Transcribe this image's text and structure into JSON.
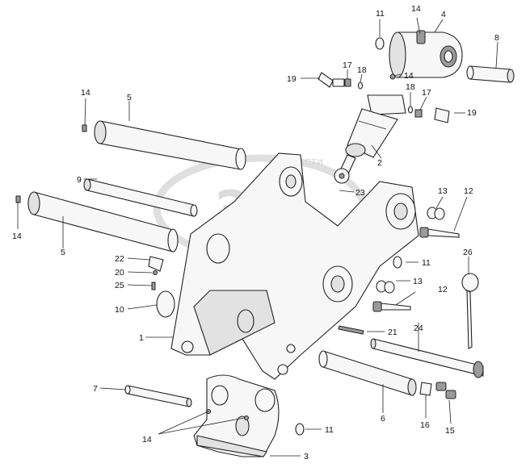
{
  "watermark": {
    "logo_text": "ЭФ",
    "line_left": "ТЕХНИКА",
    "line_right": "ЗАПЧАСТИ"
  },
  "callouts": [
    {
      "id": "c11a",
      "text": "11"
    },
    {
      "id": "c14a",
      "text": "14"
    },
    {
      "id": "c4",
      "text": "4"
    },
    {
      "id": "c8",
      "text": "8"
    },
    {
      "id": "c17a",
      "text": "17"
    },
    {
      "id": "c18a",
      "text": "18"
    },
    {
      "id": "c14b",
      "text": "14"
    },
    {
      "id": "c19a",
      "text": "19"
    },
    {
      "id": "c18b",
      "text": "18"
    },
    {
      "id": "c17b",
      "text": "17"
    },
    {
      "id": "c19b",
      "text": "19"
    },
    {
      "id": "c14c",
      "text": "14"
    },
    {
      "id": "c5a",
      "text": "5"
    },
    {
      "id": "c2",
      "text": "2"
    },
    {
      "id": "c9",
      "text": "9"
    },
    {
      "id": "c23",
      "text": "23"
    },
    {
      "id": "c13a",
      "text": "13"
    },
    {
      "id": "c12a",
      "text": "12"
    },
    {
      "id": "c14d",
      "text": "14"
    },
    {
      "id": "c5b",
      "text": "5"
    },
    {
      "id": "c22",
      "text": "22"
    },
    {
      "id": "c20",
      "text": "20"
    },
    {
      "id": "c25",
      "text": "25"
    },
    {
      "id": "c11b",
      "text": "11"
    },
    {
      "id": "c26",
      "text": "26"
    },
    {
      "id": "c13b",
      "text": "13"
    },
    {
      "id": "c12b",
      "text": "12"
    },
    {
      "id": "c10",
      "text": "10"
    },
    {
      "id": "c1",
      "text": "1"
    },
    {
      "id": "c21",
      "text": "21"
    },
    {
      "id": "c24",
      "text": "24"
    },
    {
      "id": "c7",
      "text": "7"
    },
    {
      "id": "c6",
      "text": "6"
    },
    {
      "id": "c16",
      "text": "16"
    },
    {
      "id": "c15",
      "text": "15"
    },
    {
      "id": "c14e",
      "text": "14"
    },
    {
      "id": "c11c",
      "text": "11"
    },
    {
      "id": "c3",
      "text": "3"
    }
  ]
}
